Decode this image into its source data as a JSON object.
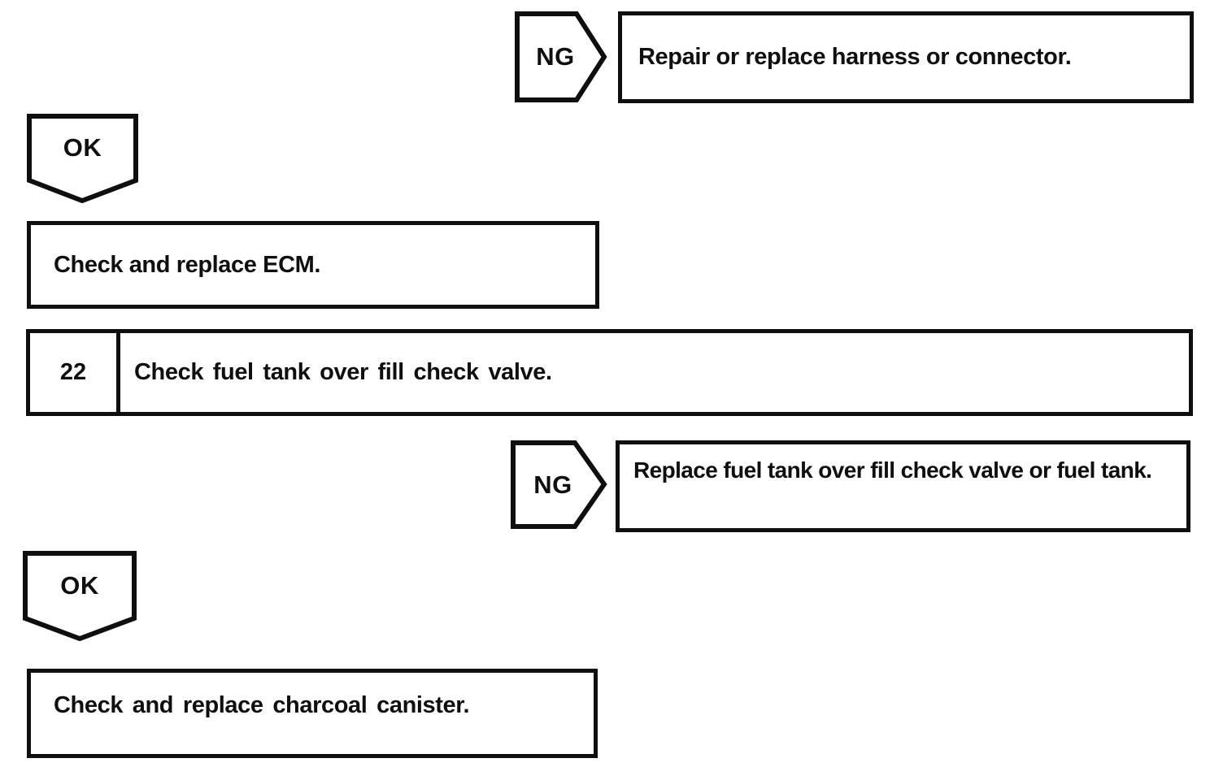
{
  "colors": {
    "line": "#0f0f0f",
    "background": "#ffffff"
  },
  "flowchart": {
    "ng_branch_1": {
      "connector_label": "NG",
      "result_text": "Repair or replace harness or connector."
    },
    "ok_connector_1": {
      "label": "OK"
    },
    "action_ecm": {
      "text": "Check and replace ECM."
    },
    "step_22": {
      "number": "22",
      "title": "Check fuel tank over fill check valve."
    },
    "ng_branch_2": {
      "connector_label": "NG",
      "result_text": "Replace fuel tank over fill check valve or fuel tank."
    },
    "ok_connector_2": {
      "label": "OK"
    },
    "action_canister": {
      "text": "Check and replace charcoal canister."
    }
  }
}
